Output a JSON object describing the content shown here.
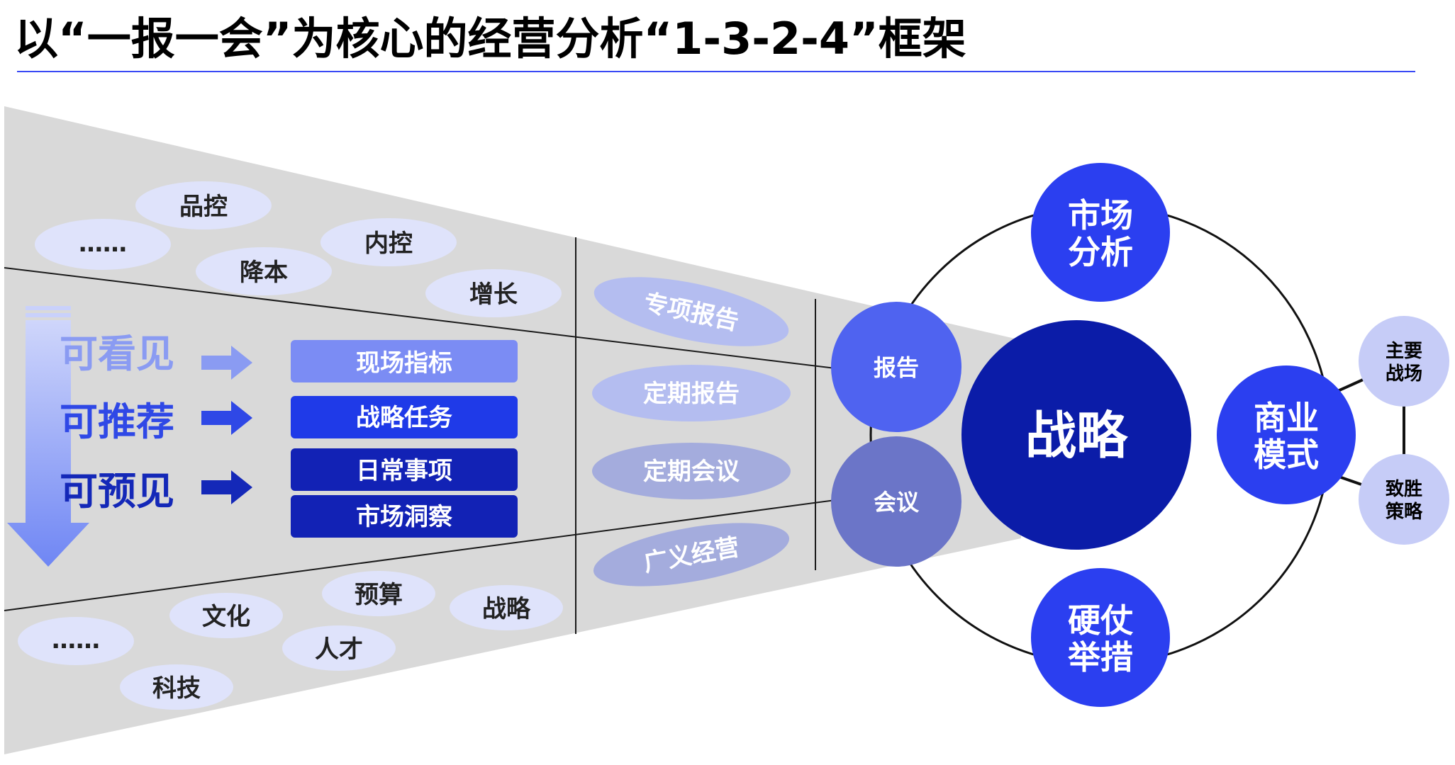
{
  "title": "以“一报一会”为核心的经营分析“1-3-2-4”框架",
  "top_ovals": [
    "品控",
    "……",
    "内控",
    "降本",
    "增长"
  ],
  "bottom_ovals": [
    "预算",
    "文化",
    "战略",
    "……",
    "人才",
    "科技"
  ],
  "levels": [
    {
      "label": "可看见",
      "color": "#8a9bf2"
    },
    {
      "label": "可推荐",
      "color": "#2f48e6"
    },
    {
      "label": "可预见",
      "color": "#1428b8"
    }
  ],
  "boxes": [
    {
      "label": "现场指标",
      "color": "#7b8cf4"
    },
    {
      "label": "战略任务",
      "color": "#1f3ae8"
    },
    {
      "label": "日常事项",
      "color": "#1222b5"
    },
    {
      "label": "市场洞察",
      "color": "#1222b5"
    }
  ],
  "channel_ovals": [
    "专项报告",
    "定期报告",
    "定期会议",
    "广义经营"
  ],
  "report_node": "报告",
  "meeting_node": "会议",
  "center": "战略",
  "satellites": {
    "market_analysis": "市场分析",
    "business_model": "商业模式",
    "tough_measures": "硬仗举措"
  },
  "small_nodes": {
    "main_battlefield": "主要战场",
    "winning_strategy": "致胜策略"
  },
  "colors": {
    "funnel": "#d9d9d9",
    "oval_light": "#dfe3fb",
    "channel_oval": "#b4bdf0",
    "center": "#0b1ca8",
    "satellite": "#2b3ff0",
    "report_node": "#4f63f0",
    "meeting_node": "#6b75c8",
    "small_node": "#c6ccf7",
    "title_rule": "#3949f5"
  }
}
